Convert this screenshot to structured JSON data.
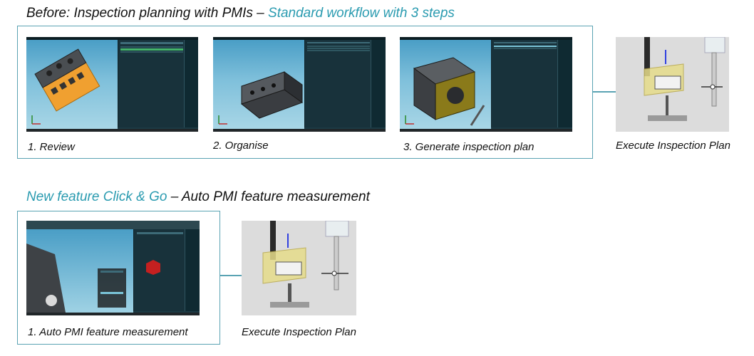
{
  "before": {
    "heading_prefix": "Before: Inspection planning with PMIs – ",
    "heading_accent": "Standard workflow with 3 steps",
    "steps": [
      {
        "caption": "1. Review"
      },
      {
        "caption": "2. Organise"
      },
      {
        "caption": "3. Generate inspection plan"
      }
    ],
    "execute_caption": "Execute Inspection Plan"
  },
  "after": {
    "heading_accent": "New feature Click & Go",
    "heading_suffix": " – Auto PMI feature measurement",
    "steps": [
      {
        "caption": "1. Auto PMI feature measurement"
      }
    ],
    "execute_caption": "Execute Inspection Plan"
  },
  "colors": {
    "accent": "#2a9bb0",
    "frame": "#5aa3b3",
    "app_dark": "#1c3a44",
    "viewport_blue": "#7fc0db",
    "part_orange": "#f0a030",
    "part_olive": "#8a7a1a"
  }
}
